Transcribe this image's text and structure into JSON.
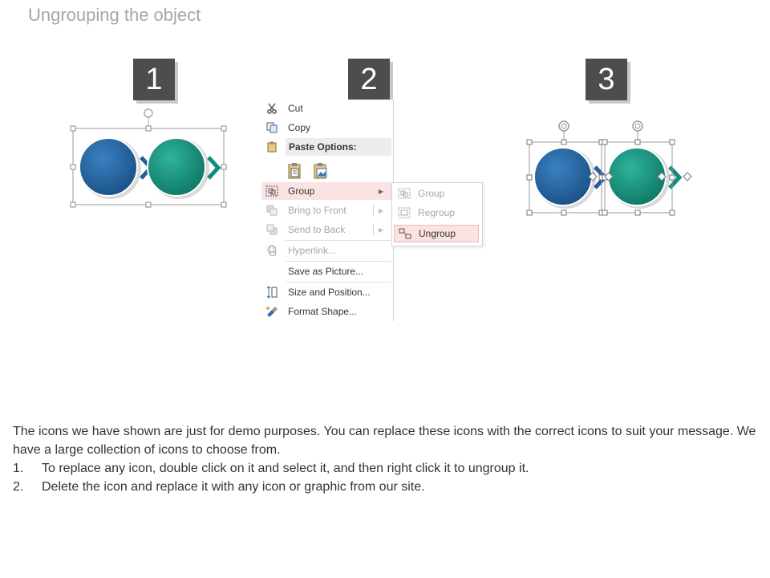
{
  "title": "Ungrouping the object",
  "steps": [
    "1",
    "2",
    "3"
  ],
  "menu": {
    "cut": "Cut",
    "copy": "Copy",
    "paste_options": "Paste Options:",
    "group": "Group",
    "bring_to_front": "Bring to Front",
    "send_to_back": "Send to Back",
    "hyperlink": "Hyperlink...",
    "save_as_picture": "Save as Picture...",
    "size_and_position": "Size and Position...",
    "format_shape": "Format Shape..."
  },
  "submenu": {
    "group": "Group",
    "regroup": "Regroup",
    "ungroup": "Ungroup"
  },
  "description": {
    "intro": "The icons we have shown are just for demo purposes. You can replace these icons with the correct icons to suit your message. We have a large collection of icons to choose from.",
    "items": [
      {
        "num": "1.",
        "text": "To replace any icon, double click on it and select it, and then right click it to ungroup it."
      },
      {
        "num": "2.",
        "text": "Delete the icon and replace it with any icon or graphic from our site."
      }
    ]
  },
  "colors": {
    "blue": "#1f5f9a",
    "teal": "#128c78",
    "step_box": "#4d4d4d",
    "highlight": "#fbe3e3"
  }
}
